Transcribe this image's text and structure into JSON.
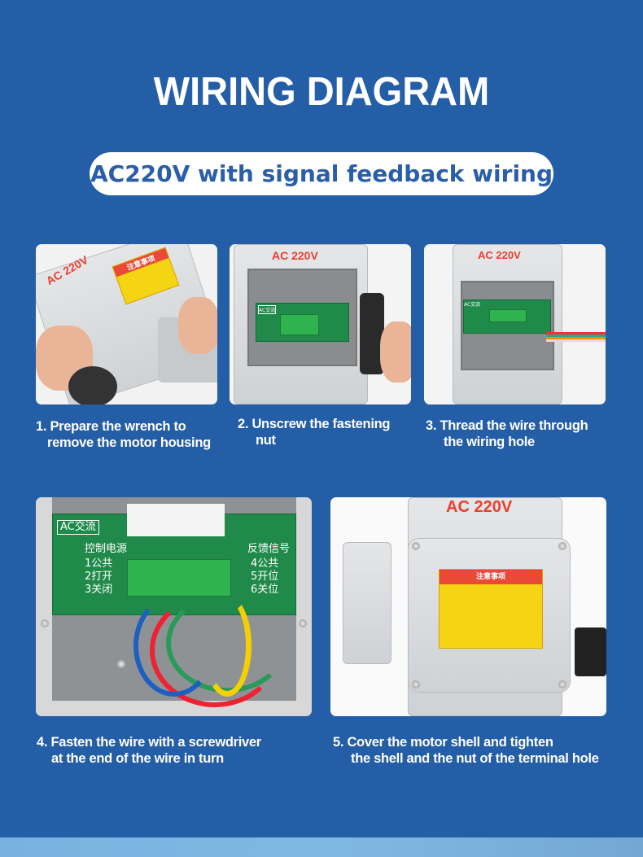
{
  "title": "WIRING DIAGRAM",
  "subtitle": "AC220V with signal feedback wiring",
  "colors": {
    "background": "#245ea6",
    "pill_text": "#2a5ea8",
    "strip": "#7ab4e0"
  },
  "device": {
    "voltage_label": "AC  220V",
    "pcb_title": "AC交流",
    "control_power": "控制电源",
    "feedback_signal": "反馈信号",
    "left_terms": [
      "1公共",
      "2打开",
      "3关闭"
    ],
    "right_terms": [
      "4公共",
      "5开位",
      "6关位"
    ],
    "warning_title": "注意事项"
  },
  "steps": [
    {
      "line1": "1. Prepare the wrench to",
      "line2": "remove the motor housing"
    },
    {
      "line1": "2. Unscrew the fastening",
      "line2": "nut"
    },
    {
      "line1": "3. Thread the wire through",
      "line2": "the wiring hole"
    },
    {
      "line1": "4. Fasten the wire with a screwdriver",
      "line2": "at the end of the wire in turn"
    },
    {
      "line1": "5. Cover the motor shell and tighten",
      "line2": "the shell and the nut of the terminal hole"
    }
  ]
}
